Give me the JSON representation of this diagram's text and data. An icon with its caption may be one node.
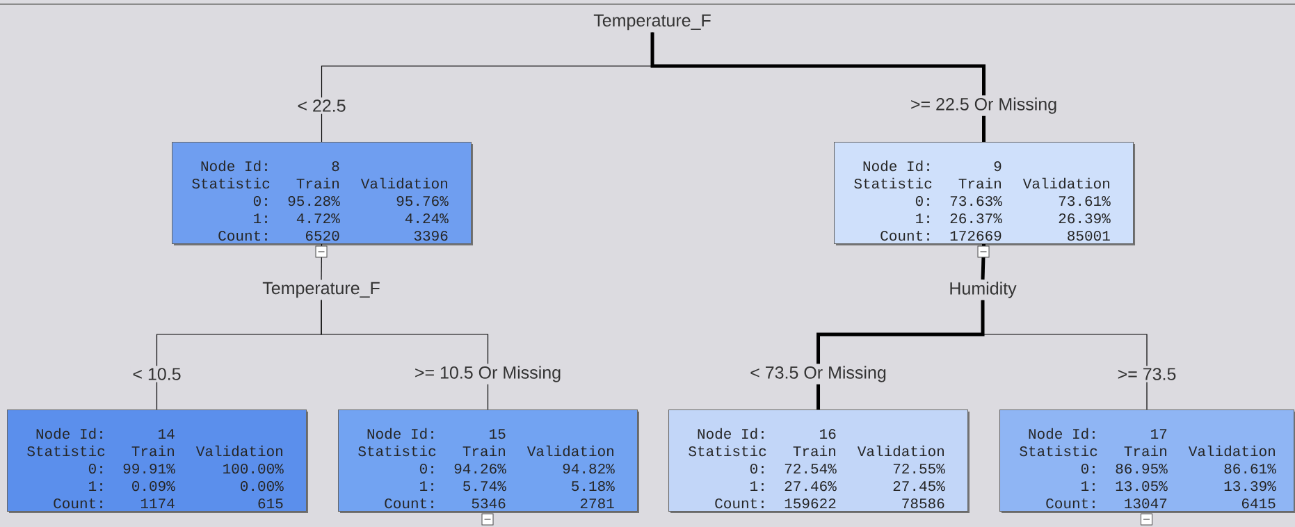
{
  "diagram": {
    "nodes": [
      {
        "text": [
          "Temperature_F"
        ]
      },
      {
        "text": [
          "Node Id:",
          "8",
          "Statistic",
          "Train",
          "Validation",
          "0:",
          "95.28%",
          "95.76%",
          "1:",
          "4.72%",
          "4.24%",
          "Count:",
          "6520",
          "3396"
        ]
      },
      {
        "text": [
          "Node Id:",
          "9",
          "Statistic",
          "Train",
          "Validation",
          "0:",
          "73.63%",
          "73.61%",
          "1:",
          "26.37%",
          "26.39%",
          "Count:",
          "172669",
          "85001"
        ]
      },
      {
        "text": [
          "Temperature_F"
        ]
      },
      {
        "text": [
          "Humidity"
        ]
      },
      {
        "text": [
          "Node Id:",
          "14",
          "Statistic",
          "Train",
          "Validation",
          "0:",
          "99.91%",
          "100.00%",
          "1:",
          "0.09%",
          "0.00%",
          "Count:",
          "1174",
          "615"
        ]
      },
      {
        "text": [
          "Node Id:",
          "15",
          "Statistic",
          "Train",
          "Validation",
          "0:",
          "94.26%",
          "94.82%",
          "1:",
          "5.74%",
          "5.18%",
          "Count:",
          "5346",
          "2781"
        ]
      },
      {
        "text": [
          "Node Id:",
          "16",
          "Statistic",
          "Train",
          "Validation",
          "0:",
          "72.54%",
          "72.55%",
          "1:",
          "27.46%",
          "27.45%",
          "Count:",
          "159622",
          "78586"
        ]
      },
      {
        "text": [
          "Node Id:",
          "17",
          "Statistic",
          "Train",
          "Validation",
          "0:",
          "86.95%",
          "86.61%",
          "1:",
          "13.05%",
          "13.39%",
          "Count:",
          "13047",
          "6415"
        ]
      }
    ],
    "edges": [
      {
        "from": 0,
        "to": 1,
        "arrow": "none",
        "label": "< 22.5"
      },
      {
        "from": 0,
        "to": 2,
        "arrow": "none",
        "label": ">= 22.5 Or Missing",
        "style": "thick"
      },
      {
        "from": 1,
        "to": 3,
        "arrow": "none"
      },
      {
        "from": 2,
        "to": 4,
        "arrow": "none",
        "style": "thick"
      },
      {
        "from": 3,
        "to": 5,
        "arrow": "none",
        "label": "< 10.5"
      },
      {
        "from": 3,
        "to": 6,
        "arrow": "none",
        "label": ">= 10.5 Or Missing"
      },
      {
        "from": 4,
        "to": 7,
        "arrow": "none",
        "label": "< 73.5 Or Missing",
        "style": "thick"
      },
      {
        "from": 4,
        "to": 8,
        "arrow": "none",
        "label": ">= 73.5"
      }
    ]
  }
}
